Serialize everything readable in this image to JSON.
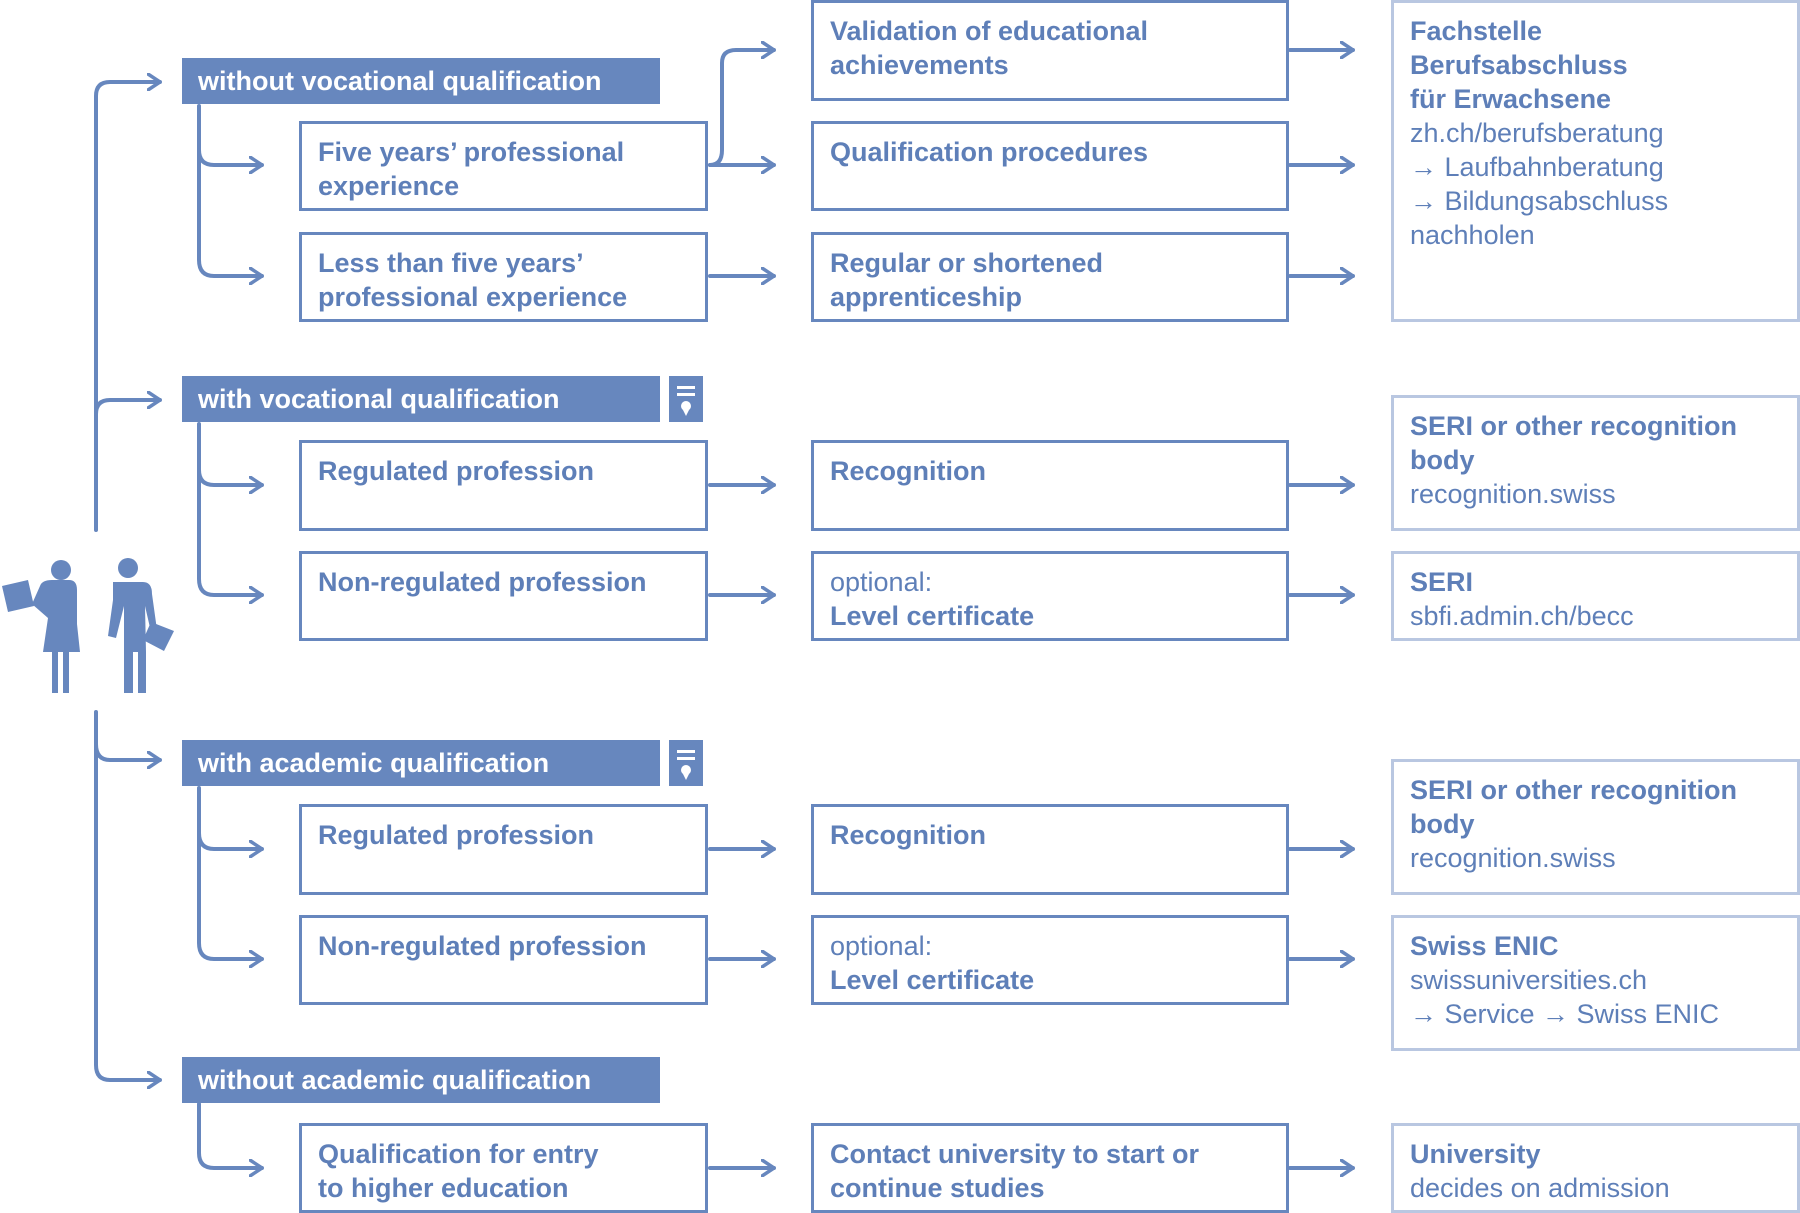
{
  "colors": {
    "accent": "#6787BE",
    "text": "#5E7FB8",
    "light_border": "#B9C7E1"
  },
  "icons": {
    "people": "people-icon",
    "certificate": "certificate-icon"
  },
  "groups": {
    "without_vocational": {
      "label": "without vocational qualification"
    },
    "with_vocational": {
      "label": "with vocational qualification"
    },
    "with_academic": {
      "label": "with academic qualification"
    },
    "without_academic": {
      "label": "without academic qualification"
    }
  },
  "col1": {
    "five_years": "Five years’ professional\nexperience",
    "less_than_five": "Less than five years’\nprofessional experience",
    "voc_regulated": "Regulated profession",
    "voc_nonregulated": "Non-regulated profession",
    "acad_regulated": "Regulated profession",
    "acad_nonregulated": "Non-regulated profession",
    "higher_ed_entry": "Qualification for entry\nto higher education"
  },
  "col2": {
    "validation": "Validation of educational\nachievements",
    "qualification_procedures": "Qualification procedures",
    "apprenticeship": "Regular or shortened\napprenticeship",
    "voc_recognition": "Recognition",
    "voc_level_optional": "optional:",
    "voc_level_certificate": "Level certificate",
    "acad_recognition": "Recognition",
    "acad_level_optional": "optional:",
    "acad_level_certificate": "Level certificate",
    "contact_university": "Contact university to start or\ncontinue studies"
  },
  "col3": {
    "fachstelle": {
      "title": "Fachstelle\nBerufsabschluss\nfür Erwachsene",
      "details": "zh.ch/berufsberatung\n→ Laufbahnberatung\n→ Bildungsabschluss\nnachholen"
    },
    "seri_recognition_voc": {
      "title": "SERI or other recognition\nbody",
      "details": "recognition.swiss"
    },
    "seri_becc": {
      "title": "SERI",
      "details": "sbfi.admin.ch/becc"
    },
    "seri_recognition_acad": {
      "title": "SERI or other recognition\nbody",
      "details": "recognition.swiss"
    },
    "swiss_enic": {
      "title": "Swiss ENIC",
      "details": "swissuniversities.ch\n→ Service → Swiss ENIC"
    },
    "university": {
      "title": "University",
      "details": "decides on admission"
    }
  }
}
